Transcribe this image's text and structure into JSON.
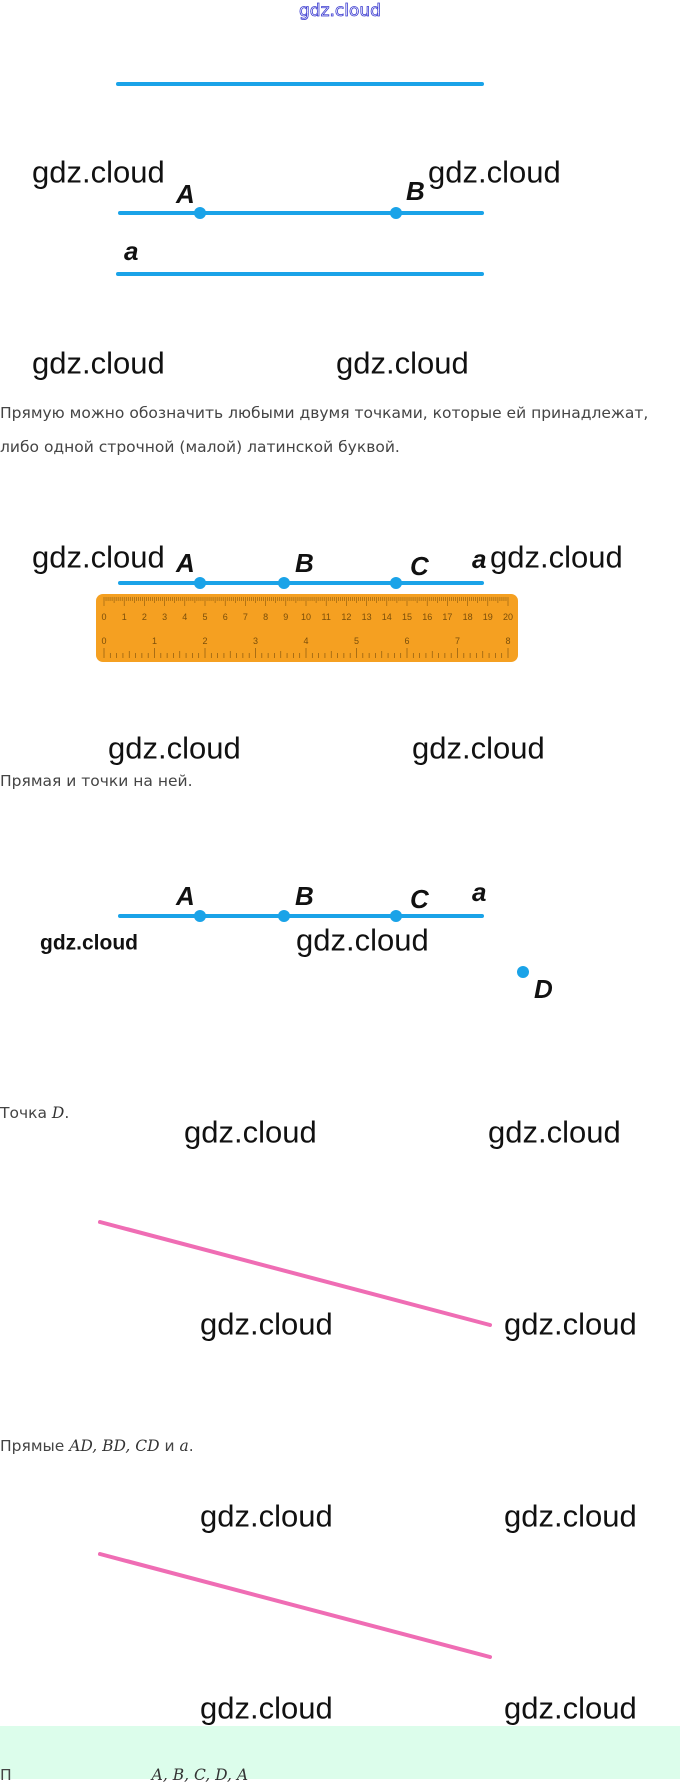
{
  "site_watermark": "gdz.cloud",
  "watermark": "gdz.cloud",
  "colors": {
    "line": "#1aa3e8",
    "ruler": "#f5a021",
    "pink": "#ef6db4",
    "yellow": "#f5d323",
    "green": "#7fe0a8",
    "note_bg": "#dcfdeb"
  },
  "labels": {
    "A": "A",
    "B": "B",
    "C": "C",
    "D": "D",
    "a": "a"
  },
  "text1_line1": "Прямую можно обозначить любыми двумя точками, которые ей принадлежат,",
  "text1_line2": "либо одной строчной (малой) латинской буквой.",
  "text2": "Прямая и точки на ней.",
  "text3_prefix": "Точка ",
  "text3_math": "D",
  "text3_suffix": ".",
  "text4_prefix": "Прямые ",
  "text4_math1": "AD, BD, CD",
  "text4_mid": " и ",
  "text4_math2": "a",
  "text4_suffix": ".",
  "note_prefix": "П",
  "note_math": "A, B, C, D, A",
  "ruler": {
    "cm": [
      "0",
      "1",
      "2",
      "3",
      "4",
      "5",
      "6",
      "7",
      "8",
      "9",
      "10",
      "11",
      "12",
      "13",
      "14",
      "15",
      "16",
      "17",
      "18",
      "19",
      "20"
    ],
    "inch": [
      "0",
      "1",
      "2",
      "3",
      "4",
      "5",
      "6",
      "7",
      "8"
    ]
  }
}
